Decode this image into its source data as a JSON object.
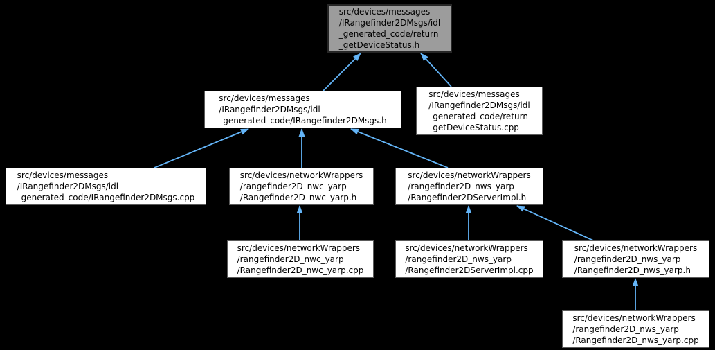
{
  "diagram": {
    "kind": "included-by-dependency-graph",
    "background_color": "#000000",
    "edge_color": "#63b4f7",
    "node_fill_color": "#ffffff",
    "node_border_color": "#5a5a5a",
    "highlight_fill_color": "#9c9c9c",
    "highlight_border_color": "#262626",
    "text_color": "#000000",
    "nodes": [
      {
        "id": "return-getdevicestatus-h",
        "highlighted": true,
        "label": "src/devices/messages/IRangefinder2DMsgs/idl_generated_code/return_getDeviceStatus.h",
        "lines": [
          "src/devices/messages",
          "/IRangefinder2DMsgs/idl",
          "_generated_code/return",
          "_getDeviceStatus.h"
        ]
      },
      {
        "id": "irangefinder2dmsgs-h",
        "highlighted": false,
        "label": "src/devices/messages/IRangefinder2DMsgs/idl_generated_code/IRangefinder2DMsgs.h",
        "lines": [
          "src/devices/messages",
          "/IRangefinder2DMsgs/idl",
          "_generated_code/IRangefinder2DMsgs.h"
        ]
      },
      {
        "id": "return-getdevicestatus-cpp",
        "highlighted": false,
        "label": "src/devices/messages/IRangefinder2DMsgs/idl_generated_code/return_getDeviceStatus.cpp",
        "lines": [
          "src/devices/messages",
          "/IRangefinder2DMsgs/idl",
          "_generated_code/return",
          "_getDeviceStatus.cpp"
        ]
      },
      {
        "id": "irangefinder2dmsgs-cpp",
        "highlighted": false,
        "label": "src/devices/messages/IRangefinder2DMsgs/idl_generated_code/IRangefinder2DMsgs.cpp",
        "lines": [
          "src/devices/messages",
          "/IRangefinder2DMsgs/idl",
          "_generated_code/IRangefinder2DMsgs.cpp"
        ]
      },
      {
        "id": "rangefinder2d-nwc-yarp-h",
        "highlighted": false,
        "label": "src/devices/networkWrappers/rangefinder2D_nwc_yarp/Rangefinder2D_nwc_yarp.h",
        "lines": [
          "src/devices/networkWrappers",
          "/rangefinder2D_nwc_yarp",
          "/Rangefinder2D_nwc_yarp.h"
        ]
      },
      {
        "id": "rangefinder2dserverimpl-h",
        "highlighted": false,
        "label": "src/devices/networkWrappers/rangefinder2D_nws_yarp/Rangefinder2DServerImpl.h",
        "lines": [
          "src/devices/networkWrappers",
          "/rangefinder2D_nws_yarp",
          "/Rangefinder2DServerImpl.h"
        ]
      },
      {
        "id": "rangefinder2d-nwc-yarp-cpp",
        "highlighted": false,
        "label": "src/devices/networkWrappers/rangefinder2D_nwc_yarp/Rangefinder2D_nwc_yarp.cpp",
        "lines": [
          "src/devices/networkWrappers",
          "/rangefinder2D_nwc_yarp",
          "/Rangefinder2D_nwc_yarp.cpp"
        ]
      },
      {
        "id": "rangefinder2dserverimpl-cpp",
        "highlighted": false,
        "label": "src/devices/networkWrappers/rangefinder2D_nws_yarp/Rangefinder2DServerImpl.cpp",
        "lines": [
          "src/devices/networkWrappers",
          "/rangefinder2D_nws_yarp",
          "/Rangefinder2DServerImpl.cpp"
        ]
      },
      {
        "id": "rangefinder2d-nws-yarp-h",
        "highlighted": false,
        "label": "src/devices/networkWrappers/rangefinder2D_nws_yarp/Rangefinder2D_nws_yarp.h",
        "lines": [
          "src/devices/networkWrappers",
          "/rangefinder2D_nws_yarp",
          "/Rangefinder2D_nws_yarp.h"
        ]
      },
      {
        "id": "rangefinder2d-nws-yarp-cpp",
        "highlighted": false,
        "label": "src/devices/networkWrappers/rangefinder2D_nws_yarp/Rangefinder2D_nws_yarp.cpp",
        "lines": [
          "src/devices/networkWrappers",
          "/rangefinder2D_nws_yarp",
          "/Rangefinder2D_nws_yarp.cpp"
        ]
      }
    ],
    "edges": [
      {
        "from": "irangefinder2dmsgs-h",
        "to": "return-getdevicestatus-h"
      },
      {
        "from": "return-getdevicestatus-cpp",
        "to": "return-getdevicestatus-h"
      },
      {
        "from": "irangefinder2dmsgs-cpp",
        "to": "irangefinder2dmsgs-h"
      },
      {
        "from": "rangefinder2d-nwc-yarp-h",
        "to": "irangefinder2dmsgs-h"
      },
      {
        "from": "rangefinder2dserverimpl-h",
        "to": "irangefinder2dmsgs-h"
      },
      {
        "from": "rangefinder2d-nwc-yarp-cpp",
        "to": "rangefinder2d-nwc-yarp-h"
      },
      {
        "from": "rangefinder2dserverimpl-cpp",
        "to": "rangefinder2dserverimpl-h"
      },
      {
        "from": "rangefinder2d-nws-yarp-h",
        "to": "rangefinder2dserverimpl-h"
      },
      {
        "from": "rangefinder2d-nws-yarp-cpp",
        "to": "rangefinder2d-nws-yarp-h"
      }
    ]
  }
}
